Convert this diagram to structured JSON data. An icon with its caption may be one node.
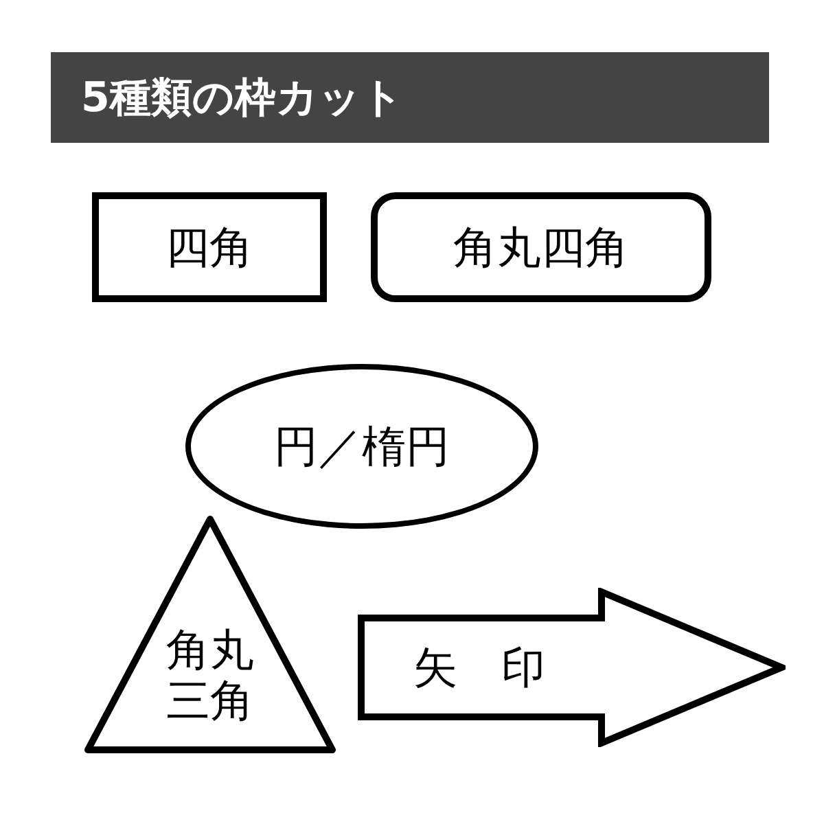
{
  "diagram": {
    "title": "5種類の枠カット",
    "nodes": [
      {
        "text": [
          "四角"
        ]
      },
      {
        "text": [
          "角丸四角"
        ]
      },
      {
        "text": [
          "円／楕円"
        ]
      },
      {
        "text": [
          "角丸三角"
        ]
      },
      {
        "text": [
          "矢　印"
        ]
      }
    ]
  }
}
